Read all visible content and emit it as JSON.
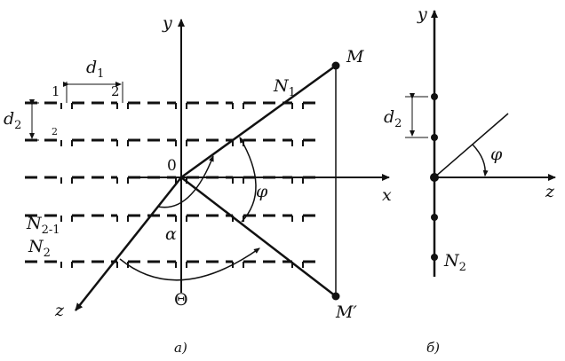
{
  "diagram_a": {
    "axis_y": "y",
    "axis_x": "x",
    "axis_z": "z",
    "origin": "0",
    "point_M": "M",
    "point_M_prime": "M′",
    "row_top": "N",
    "row_top_sub": "1",
    "row_mid": "N",
    "row_mid_sub": "2-1",
    "row_bottom": "N",
    "row_bottom_sub": "2",
    "dim_d1": "d",
    "dim_d1_sub": "1",
    "dim_d2": "d",
    "dim_d2_sub": "2",
    "mark_1": "1",
    "mark_2_top": "2",
    "mark_2_left": "2",
    "angle_alpha": "α",
    "angle_phi": "φ",
    "angle_theta": "Θ",
    "caption": "a)"
  },
  "diagram_b": {
    "axis_y": "y",
    "axis_z": "z",
    "dim_d2": "d",
    "dim_d2_sub": "2",
    "angle_phi": "φ",
    "point_N": "N",
    "point_N_sub": "2",
    "caption": "б)"
  }
}
